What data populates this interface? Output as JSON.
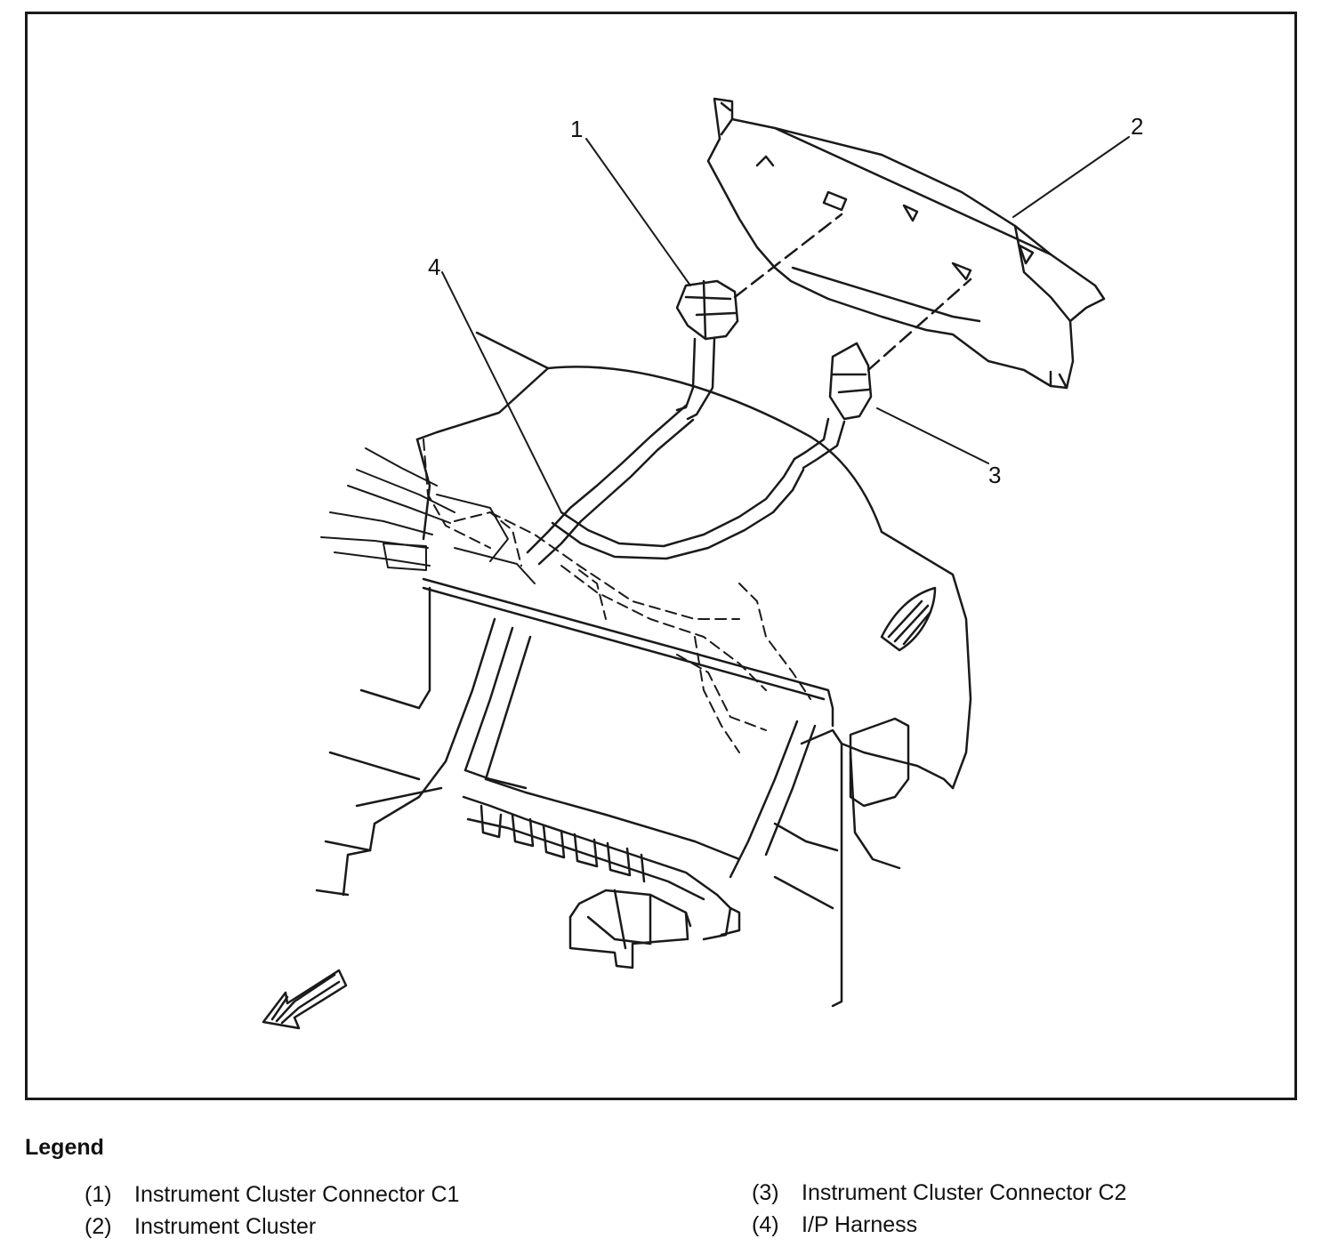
{
  "callouts": {
    "c1": "1",
    "c2": "2",
    "c3": "3",
    "c4": "4"
  },
  "legend": {
    "title": "Legend",
    "items": [
      {
        "num": "(1)",
        "label": "Instrument Cluster Connector C1"
      },
      {
        "num": "(2)",
        "label": "Instrument Cluster"
      },
      {
        "num": "(3)",
        "label": "Instrument Cluster Connector C2"
      },
      {
        "num": "(4)",
        "label": "I/P Harness"
      }
    ]
  },
  "colors": {
    "line": "#1a1a1a",
    "background": "#ffffff"
  }
}
